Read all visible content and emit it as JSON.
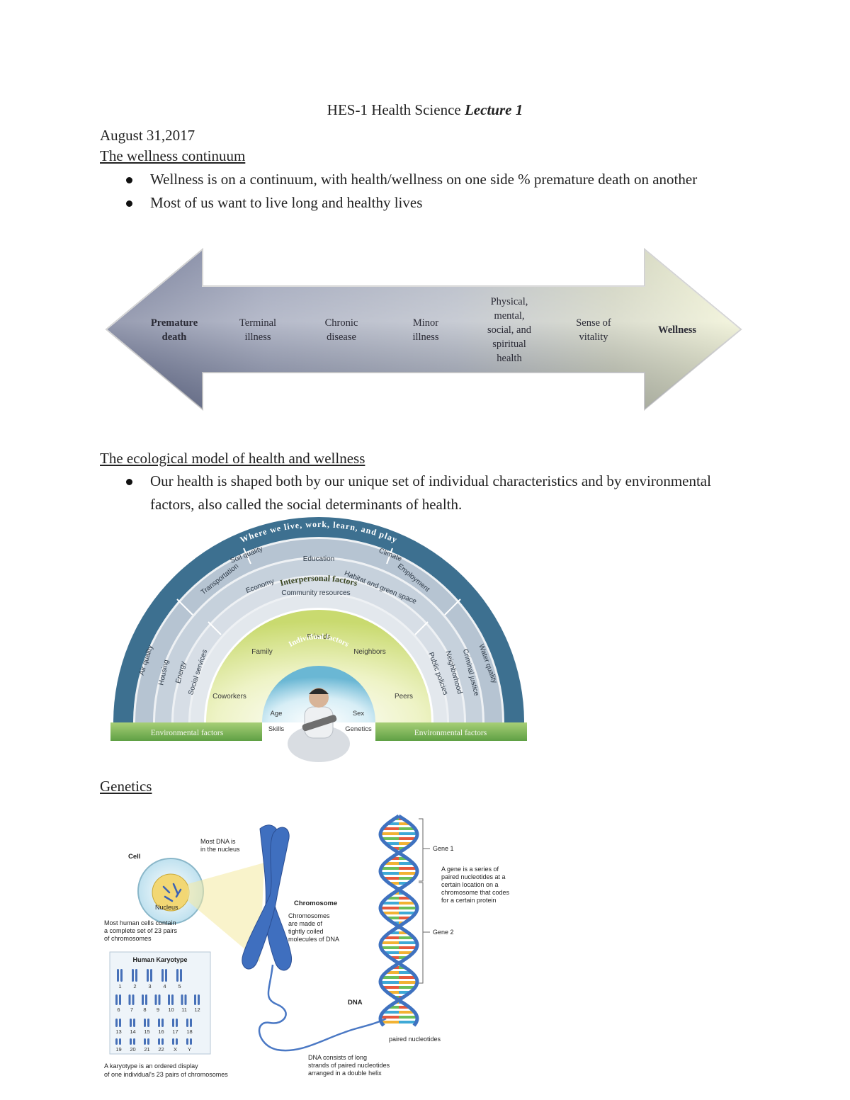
{
  "header": {
    "title_prefix": "HES-1 Health Science ",
    "title_emph": "Lecture 1",
    "date": "August 31,2017"
  },
  "section1": {
    "heading": "The wellness continuum",
    "bullets": [
      "Wellness is on a continuum, with health/wellness on one side % premature death on another",
      "Most of us want to live long and healthy lives"
    ],
    "continuum": {
      "labels": [
        [
          "Premature",
          "death"
        ],
        [
          "Terminal",
          "illness"
        ],
        [
          "Chronic",
          "disease"
        ],
        [
          "Minor",
          "illness"
        ],
        [
          "Physical,",
          "mental,",
          "social, and",
          "spiritual",
          "health"
        ],
        [
          "Sense of",
          "vitality"
        ],
        [
          "Wellness"
        ]
      ]
    }
  },
  "section2": {
    "heading": "The ecological model of health and wellness",
    "bullets": [
      "Our health is shaped both by our unique set of individual characteristics and by environmental factors, also called the social determinants of health."
    ],
    "model": {
      "outer_label": "Where we live, work, learn, and play",
      "ring1": [
        "Air quality",
        "Soil quality",
        "Education",
        "Climate",
        "Water quality"
      ],
      "ring2": [
        "Housing",
        "Transportation",
        "Employment",
        "Criminal justice"
      ],
      "ring3": [
        "Energy",
        "Economy",
        "Habitat and green space",
        "Neighborhood"
      ],
      "ring4": [
        "Social services",
        "Community resources",
        "Public policies"
      ],
      "interpersonal_label": "Interpersonal factors",
      "interpersonal": [
        "Friends",
        "Family",
        "Neighbors",
        "Coworkers",
        "Peers"
      ],
      "individual_label": "Individual factors",
      "individual": [
        "Age",
        "Sex",
        "Skills",
        "Genetics"
      ],
      "environmental_left": "Environmental factors",
      "environmental_right": "Environmental factors"
    }
  },
  "section3": {
    "heading": "Genetics",
    "figure": {
      "cell": "Cell",
      "nucleus": "Nucleus",
      "nucleus_note": [
        "Most DNA is",
        "in the nucleus"
      ],
      "cell_note": [
        "Most human cells contain",
        "a complete set of 23 pairs",
        "of chromosomes"
      ],
      "karyotype_title": "Human Karyotype",
      "karyotype_numbers": [
        "1",
        "2",
        "3",
        "4",
        "5",
        "6",
        "7",
        "8",
        "9",
        "10",
        "11",
        "12",
        "13",
        "14",
        "15",
        "16",
        "17",
        "18",
        "19",
        "20",
        "21",
        "22",
        "X",
        "Y"
      ],
      "karyotype_note": [
        "A karyotype is an ordered display",
        "of one individual's 23 pairs of chromosomes"
      ],
      "chromosome": "Chromosome",
      "chromosome_note": [
        "Chromosomes",
        "are made of",
        "tightly coiled",
        "molecules of DNA"
      ],
      "dna": "DNA",
      "dna_note": [
        "DNA consists of long",
        "strands of paired nucleotides",
        "arranged in a double helix"
      ],
      "paired": "paired nucleotides",
      "gene1": "Gene 1",
      "gene2": "Gene 2",
      "gene_note": [
        "A gene is a series of",
        "paired nucleotides at a",
        "certain location on a",
        "chromosome that codes",
        "for a certain protein"
      ]
    }
  }
}
